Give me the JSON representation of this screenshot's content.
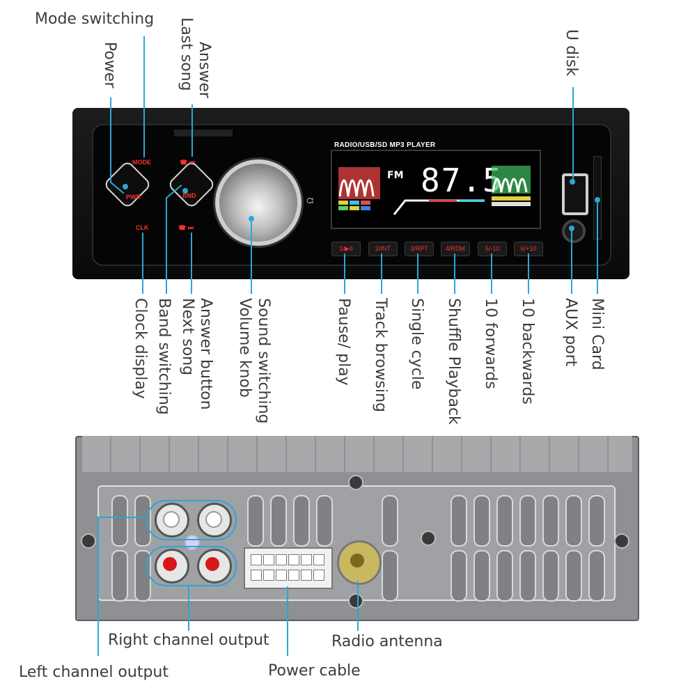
{
  "front": {
    "buttons": {
      "mode": "MODE",
      "pwr": "PWR",
      "bnd": "BND",
      "clk": "CLK"
    },
    "display": {
      "title": "RADIO/USB/SD MP3 PLAYER",
      "band": "FM",
      "frequency": "87.5"
    },
    "presets": [
      "1/▶II",
      "2/INT",
      "3/RPT",
      "4/RDM",
      "5/-10",
      "6/+10"
    ]
  },
  "labels_top": {
    "mode_switching": "Mode switching",
    "power": "Power",
    "last_song": "Last song",
    "answer": "Answer",
    "u_disk": "U disk"
  },
  "labels_bottom": {
    "clock_display": "Clock display",
    "band_switching": "Band switching",
    "next_song": "Next song",
    "answer_button": "Answer button",
    "volume_knob": "Volume knob",
    "sound_switching": "Sound switching",
    "pause_play": "Pause/ play",
    "track_browsing": "Track browsing",
    "single_cycle": "Single cycle",
    "shuffle_playback": "Shuffle Playback",
    "forwards_10": "10 forwards",
    "backwards_10": "10 backwards",
    "aux_port": "AUX port",
    "mini_card": "Mini Card"
  },
  "labels_back": {
    "right_channel_output": "Right channel output",
    "radio_antenna": "Radio antenna",
    "left_channel_output": "Left channel output",
    "power_cable": "Power cable"
  },
  "accent_color": "#2aa7d6"
}
